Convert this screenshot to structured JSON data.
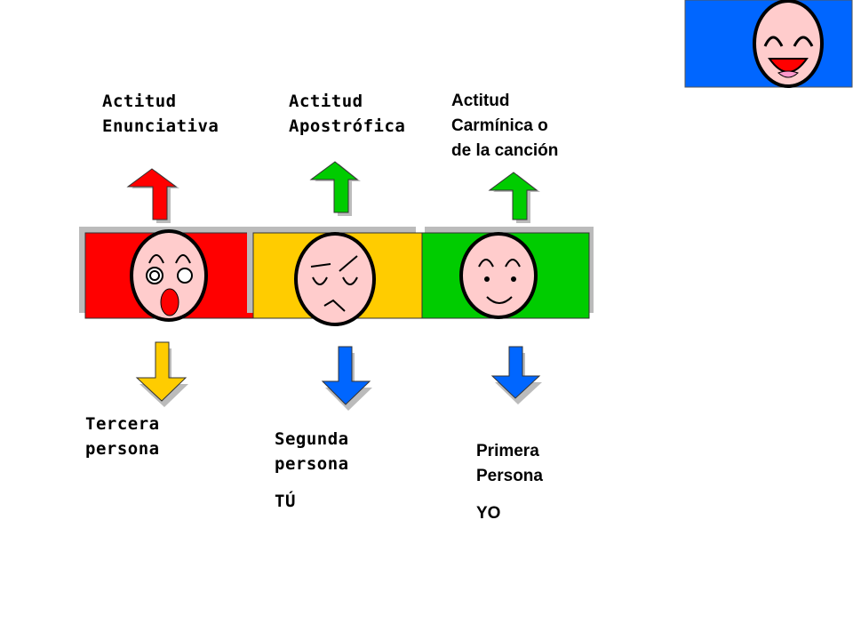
{
  "top_labels": {
    "enunciativa": [
      "Actitud",
      "Enunciativa"
    ],
    "apostrofica": [
      "Actitud",
      "Apostrófica"
    ],
    "carminica": [
      "Actitud",
      "Carmínica o",
      "de la canción"
    ]
  },
  "bottom_labels": {
    "tercera": [
      "Tercera",
      "persona"
    ],
    "segunda": [
      "Segunda",
      "persona",
      "TÚ"
    ],
    "primera": [
      "Primera",
      "Persona",
      "YO"
    ]
  },
  "colors": {
    "red": "#ff0000",
    "yellow": "#ffcc00",
    "green": "#00cc00",
    "blue": "#0066ff",
    "face": "#ffcccc",
    "badge_bg": "#0066ff",
    "mouth": "#ff0000",
    "tongue": "#ff99cc"
  },
  "icons": [
    "surprised-face-icon",
    "angry-face-icon",
    "content-face-icon",
    "laughing-face-icon",
    "arrow-up-icon",
    "arrow-down-icon"
  ]
}
